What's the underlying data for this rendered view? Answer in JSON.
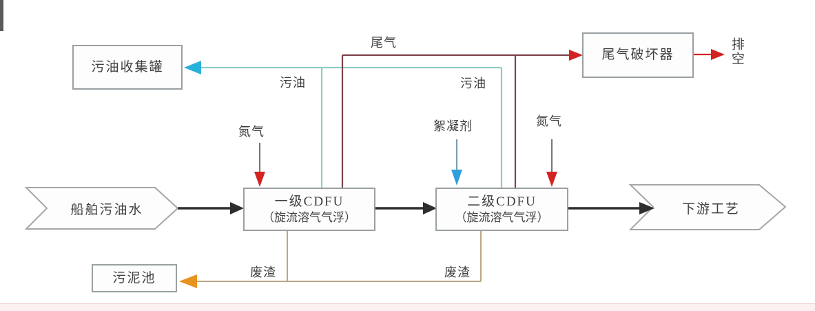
{
  "diagram": {
    "type": "process-flow-diagram",
    "nodes": {
      "oil_tank": {
        "label": "污油收集罐"
      },
      "gas_destroyer": {
        "label": "尾气破坏器"
      },
      "cdfu1": {
        "line1": "一级CDFU",
        "line2": "（旋流溶气气浮）"
      },
      "cdfu2": {
        "line1": "二级CDFU",
        "line2": "（旋流溶气气浮）"
      },
      "sludge_pool": {
        "label": "污泥池"
      },
      "inlet": {
        "label": "船舶污油水"
      },
      "outlet": {
        "label": "下游工艺"
      },
      "vent": {
        "label": "排空"
      }
    },
    "edge_labels": {
      "tail_gas": "尾气",
      "waste_oil_1": "污油",
      "waste_oil_2": "污油",
      "nitrogen_1": "氮气",
      "flocculant": "絮凝剂",
      "nitrogen_2": "氮气",
      "waste_residue_1": "废渣",
      "waste_residue_2": "废渣"
    },
    "colors": {
      "main_flow": "#2e2e2e",
      "waste_oil_line": "#8fccc2",
      "waste_oil_arrow": "#29b1da",
      "tail_gas_line": "#7c4048",
      "red_arrow": "#d32222",
      "nitrogen_shaft": "#787878",
      "flocculant_shaft": "#7f9db0",
      "flocculant_arrow": "#2d9fdc",
      "waste_line": "#b9a684",
      "waste_arrow": "#e8921f",
      "box_border": "#9aa0a2"
    }
  }
}
